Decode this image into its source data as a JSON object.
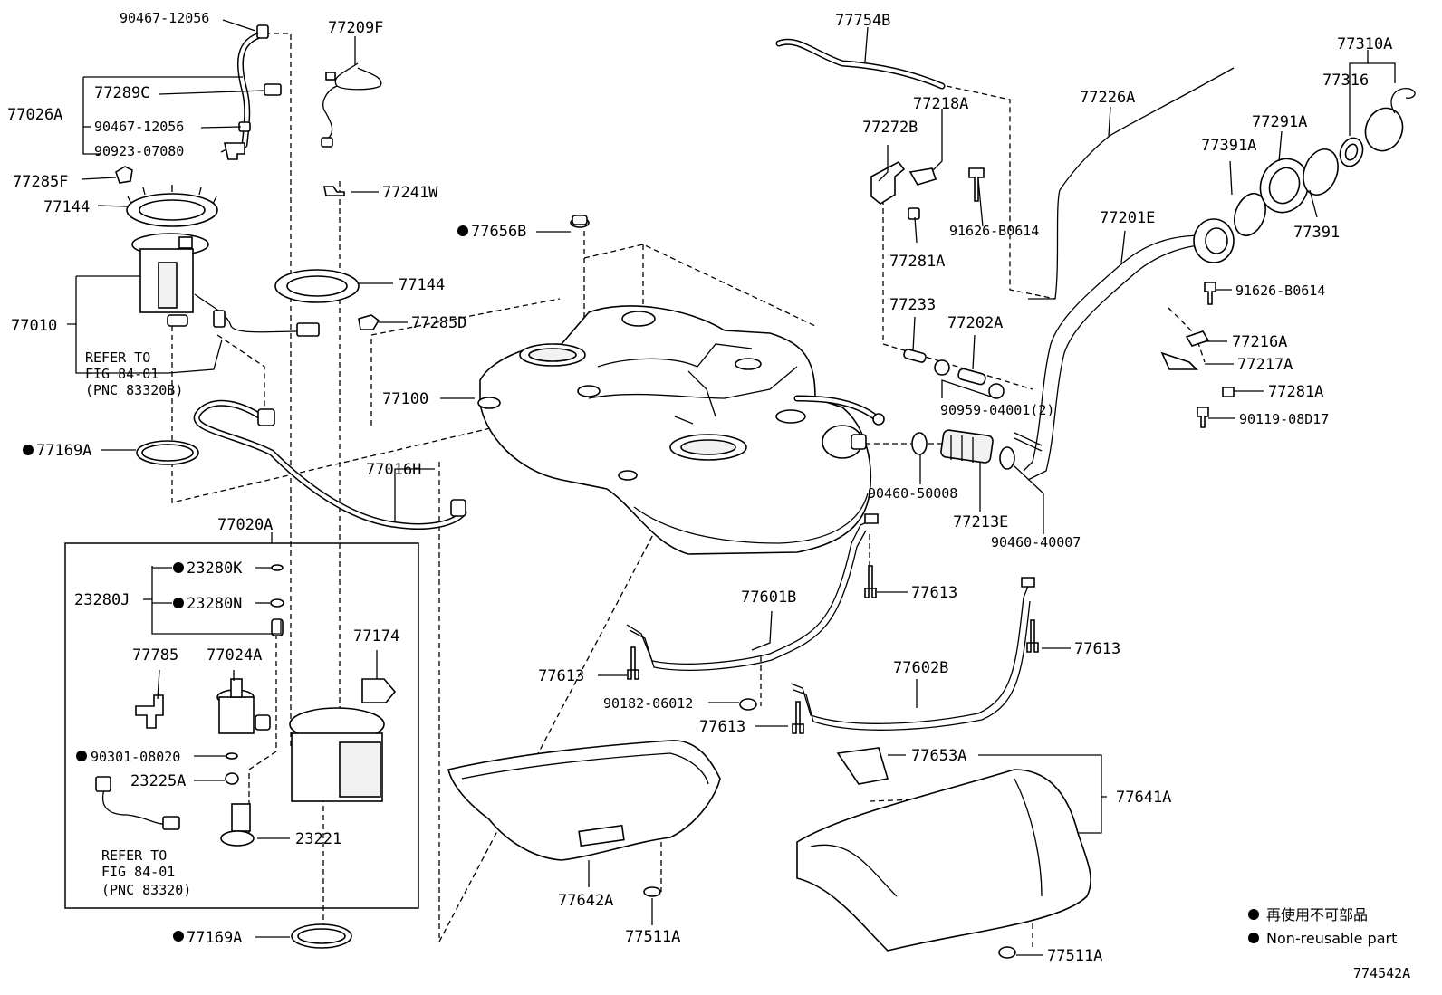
{
  "diagram": {
    "drawing_number": "774542A",
    "legend": {
      "jp_text": "再使用不可部品",
      "en_text": "Non-reusable part"
    },
    "labels": {
      "p90467_12056_a": "90467-12056",
      "p77209F": "77209F",
      "p77754B": "77754B",
      "p77310A": "77310A",
      "p77316": "77316",
      "p77026A": "77026A",
      "p77289C": "77289C",
      "p90467_12056_b": "90467-12056",
      "p90923_07080": "90923-07080",
      "p77226A": "77226A",
      "p77218A": "77218A",
      "p77291A": "77291A",
      "p77272B": "77272B",
      "p77391A": "77391A",
      "p77285F": "77285F",
      "p77241W": "77241W",
      "p77144_a": "77144",
      "p91626_B0614_a": "91626-B0614",
      "p77391": "77391",
      "p77201E": "77201E",
      "p77656B": "77656B",
      "p77281A_a": "77281A",
      "p77144_b": "77144",
      "p91626_B0614_b": "91626-B0614",
      "p77233": "77233",
      "p77202A": "77202A",
      "p77010": "77010",
      "p77285D": "77285D",
      "p77216A": "77216A",
      "refer_a_1": "REFER TO",
      "refer_a_2": "FIG 84-01",
      "refer_a_3": "(PNC 83320B)",
      "p77217A": "77217A",
      "p77281A_b": "77281A",
      "p77100": "77100",
      "p90959_04001": "90959-04001(2)",
      "p90119_08D17": "90119-08D17",
      "p77169A_a": "77169A",
      "p77016H": "77016H",
      "p90460_50008": "90460-50008",
      "p77213E": "77213E",
      "p77020A": "77020A",
      "p90460_40007": "90460-40007",
      "p23280K": "23280K",
      "p77613_a": "77613",
      "p23280J": "23280J",
      "p23280N": "23280N",
      "p77601B": "77601B",
      "p77174": "77174",
      "p77785": "77785",
      "p77024A": "77024A",
      "p77613_b": "77613",
      "p77613_c": "77613",
      "p77602B": "77602B",
      "p90182_06012": "90182-06012",
      "p77613_d": "77613",
      "p90301_08020": "90301-08020",
      "p77653A": "77653A",
      "p23225A": "23225A",
      "p77641A": "77641A",
      "p23221": "23221",
      "refer_b_1": "REFER TO",
      "refer_b_2": "FIG 84-01",
      "refer_b_3": "(PNC 83320)",
      "p77642A": "77642A",
      "p77169A_b": "77169A",
      "p77511A_a": "77511A",
      "p77511A_b": "77511A"
    }
  }
}
